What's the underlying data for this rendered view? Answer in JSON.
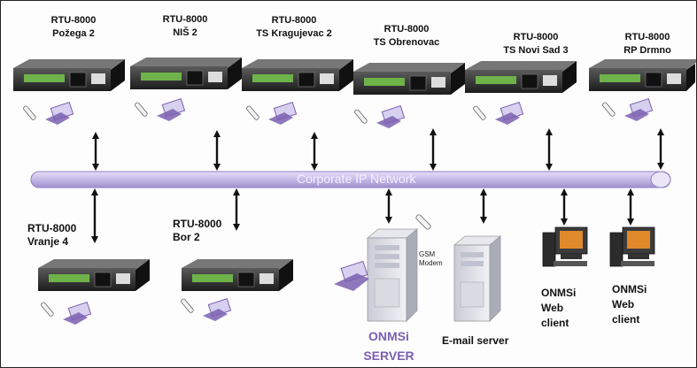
{
  "network": {
    "label": "Corporate IP Network"
  },
  "rtus_top": [
    {
      "model": "RTU-8000",
      "site": "Požega 2"
    },
    {
      "model": "RTU-8000",
      "site": "NIŠ 2"
    },
    {
      "model": "RTU-8000",
      "site": "TS Kragujevac 2"
    },
    {
      "model": "RTU-8000",
      "site": "TS Obrenovac"
    },
    {
      "model": "RTU-8000",
      "site": "TS Novi Sad 3"
    },
    {
      "model": "RTU-8000",
      "site": "RP Drmno"
    }
  ],
  "rtus_bottom": [
    {
      "model": "RTU-8000",
      "site": "Vranje 4"
    },
    {
      "model": "RTU-8000",
      "site": "Bor 2"
    }
  ],
  "server": {
    "line1": "ONMSi",
    "line2": "SERVER"
  },
  "modem": {
    "line1": "GSM",
    "line2": "Modem"
  },
  "email": {
    "label": "E-mail server"
  },
  "clients": [
    {
      "line1": "ONMSi",
      "line2": "Web",
      "line3": "client"
    },
    {
      "line1": "ONMSi",
      "line2": "Web",
      "line3": "client"
    }
  ],
  "colors": {
    "network_fill": "#c9bfe6",
    "network_stroke": "#8e80c2",
    "device_body": "#2e2e2e",
    "device_panel": "#6fb24a",
    "accent_purple": "#7b5fb0"
  }
}
